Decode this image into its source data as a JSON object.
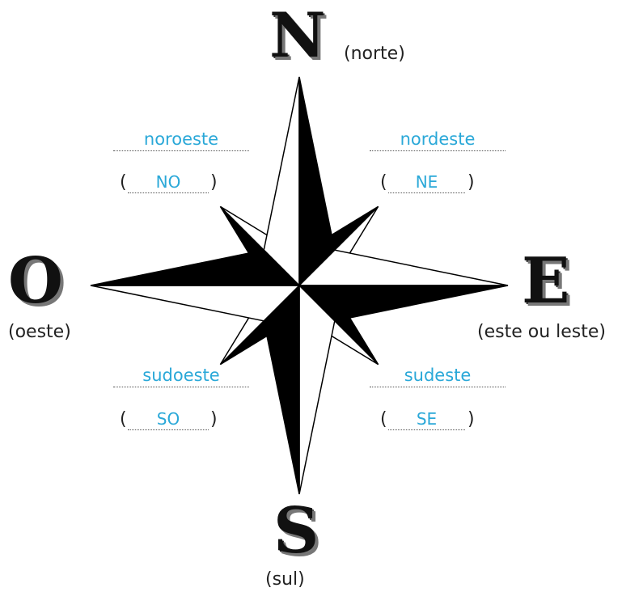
{
  "cardinals": {
    "north": {
      "letter": "N",
      "label": "(norte)"
    },
    "south": {
      "letter": "S",
      "label": "(sul)"
    },
    "east": {
      "letter": "E",
      "label": "(este ou leste)"
    },
    "west": {
      "letter": "O",
      "label": "(oeste)"
    }
  },
  "intercardinals": {
    "northwest": {
      "name": "noroeste",
      "abbr": "NO"
    },
    "northeast": {
      "name": "nordeste",
      "abbr": "NE"
    },
    "southwest": {
      "name": "sudoeste",
      "abbr": "SO"
    },
    "southeast": {
      "name": "sudeste",
      "abbr": "SE"
    }
  },
  "parens": {
    "open": "(",
    "close": ")"
  },
  "colors": {
    "ink": "#000000",
    "paper": "#ffffff",
    "answer": "#2aa8d8"
  }
}
